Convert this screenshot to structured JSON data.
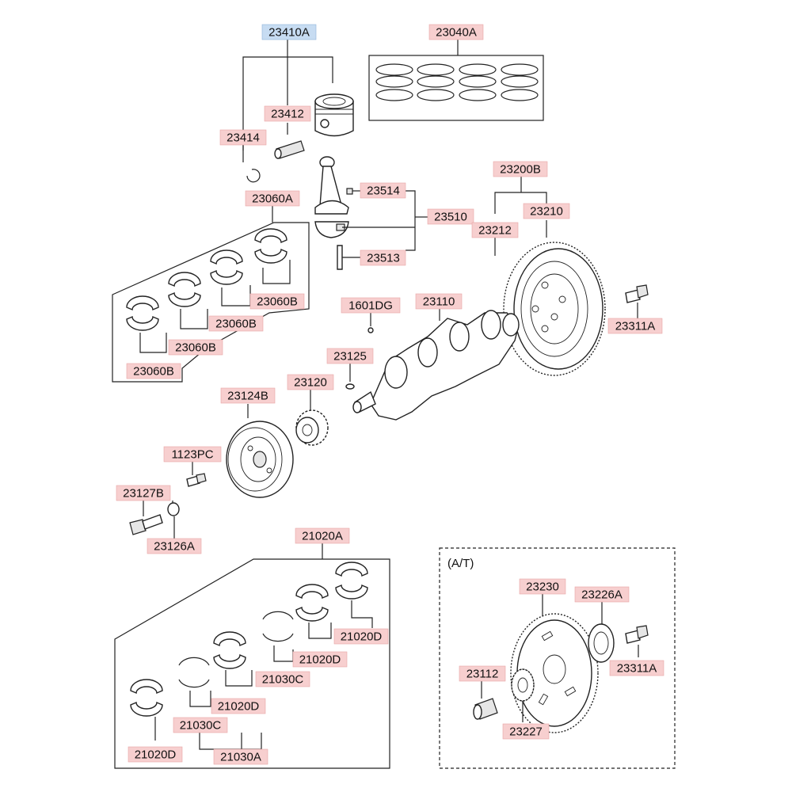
{
  "labels": {
    "p23410A": "23410A",
    "p23040A": "23040A",
    "p23412": "23412",
    "p23414": "23414",
    "p23514": "23514",
    "p23510": "23510",
    "p23513": "23513",
    "p23060A": "23060A",
    "p23060B_1": "23060B",
    "p23060B_2": "23060B",
    "p23060B_3": "23060B",
    "p23060B_4": "23060B",
    "p23200B": "23200B",
    "p23210": "23210",
    "p23212": "23212",
    "p23311A_1": "23311A",
    "p1601DG": "1601DG",
    "p23110": "23110",
    "p23125": "23125",
    "p23120": "23120",
    "p23124B": "23124B",
    "p1123PC": "1123PC",
    "p23127B": "23127B",
    "p23126A": "23126A",
    "p21020A": "21020A",
    "p21020D_1": "21020D",
    "p21020D_2": "21020D",
    "p21020D_3": "21020D",
    "p21020D_4": "21020D",
    "p21030C_1": "21030C",
    "p21030C_2": "21030C",
    "p21030A": "21030A",
    "p23230": "23230",
    "p23226A": "23226A",
    "p23311A_2": "23311A",
    "p23112": "23112",
    "p23227": "23227"
  },
  "at_group_title": "(A/T)",
  "colors": {
    "label_fill": "#f7cfcf",
    "selected_label_fill": "#c7dcf2",
    "line": "#222222"
  }
}
